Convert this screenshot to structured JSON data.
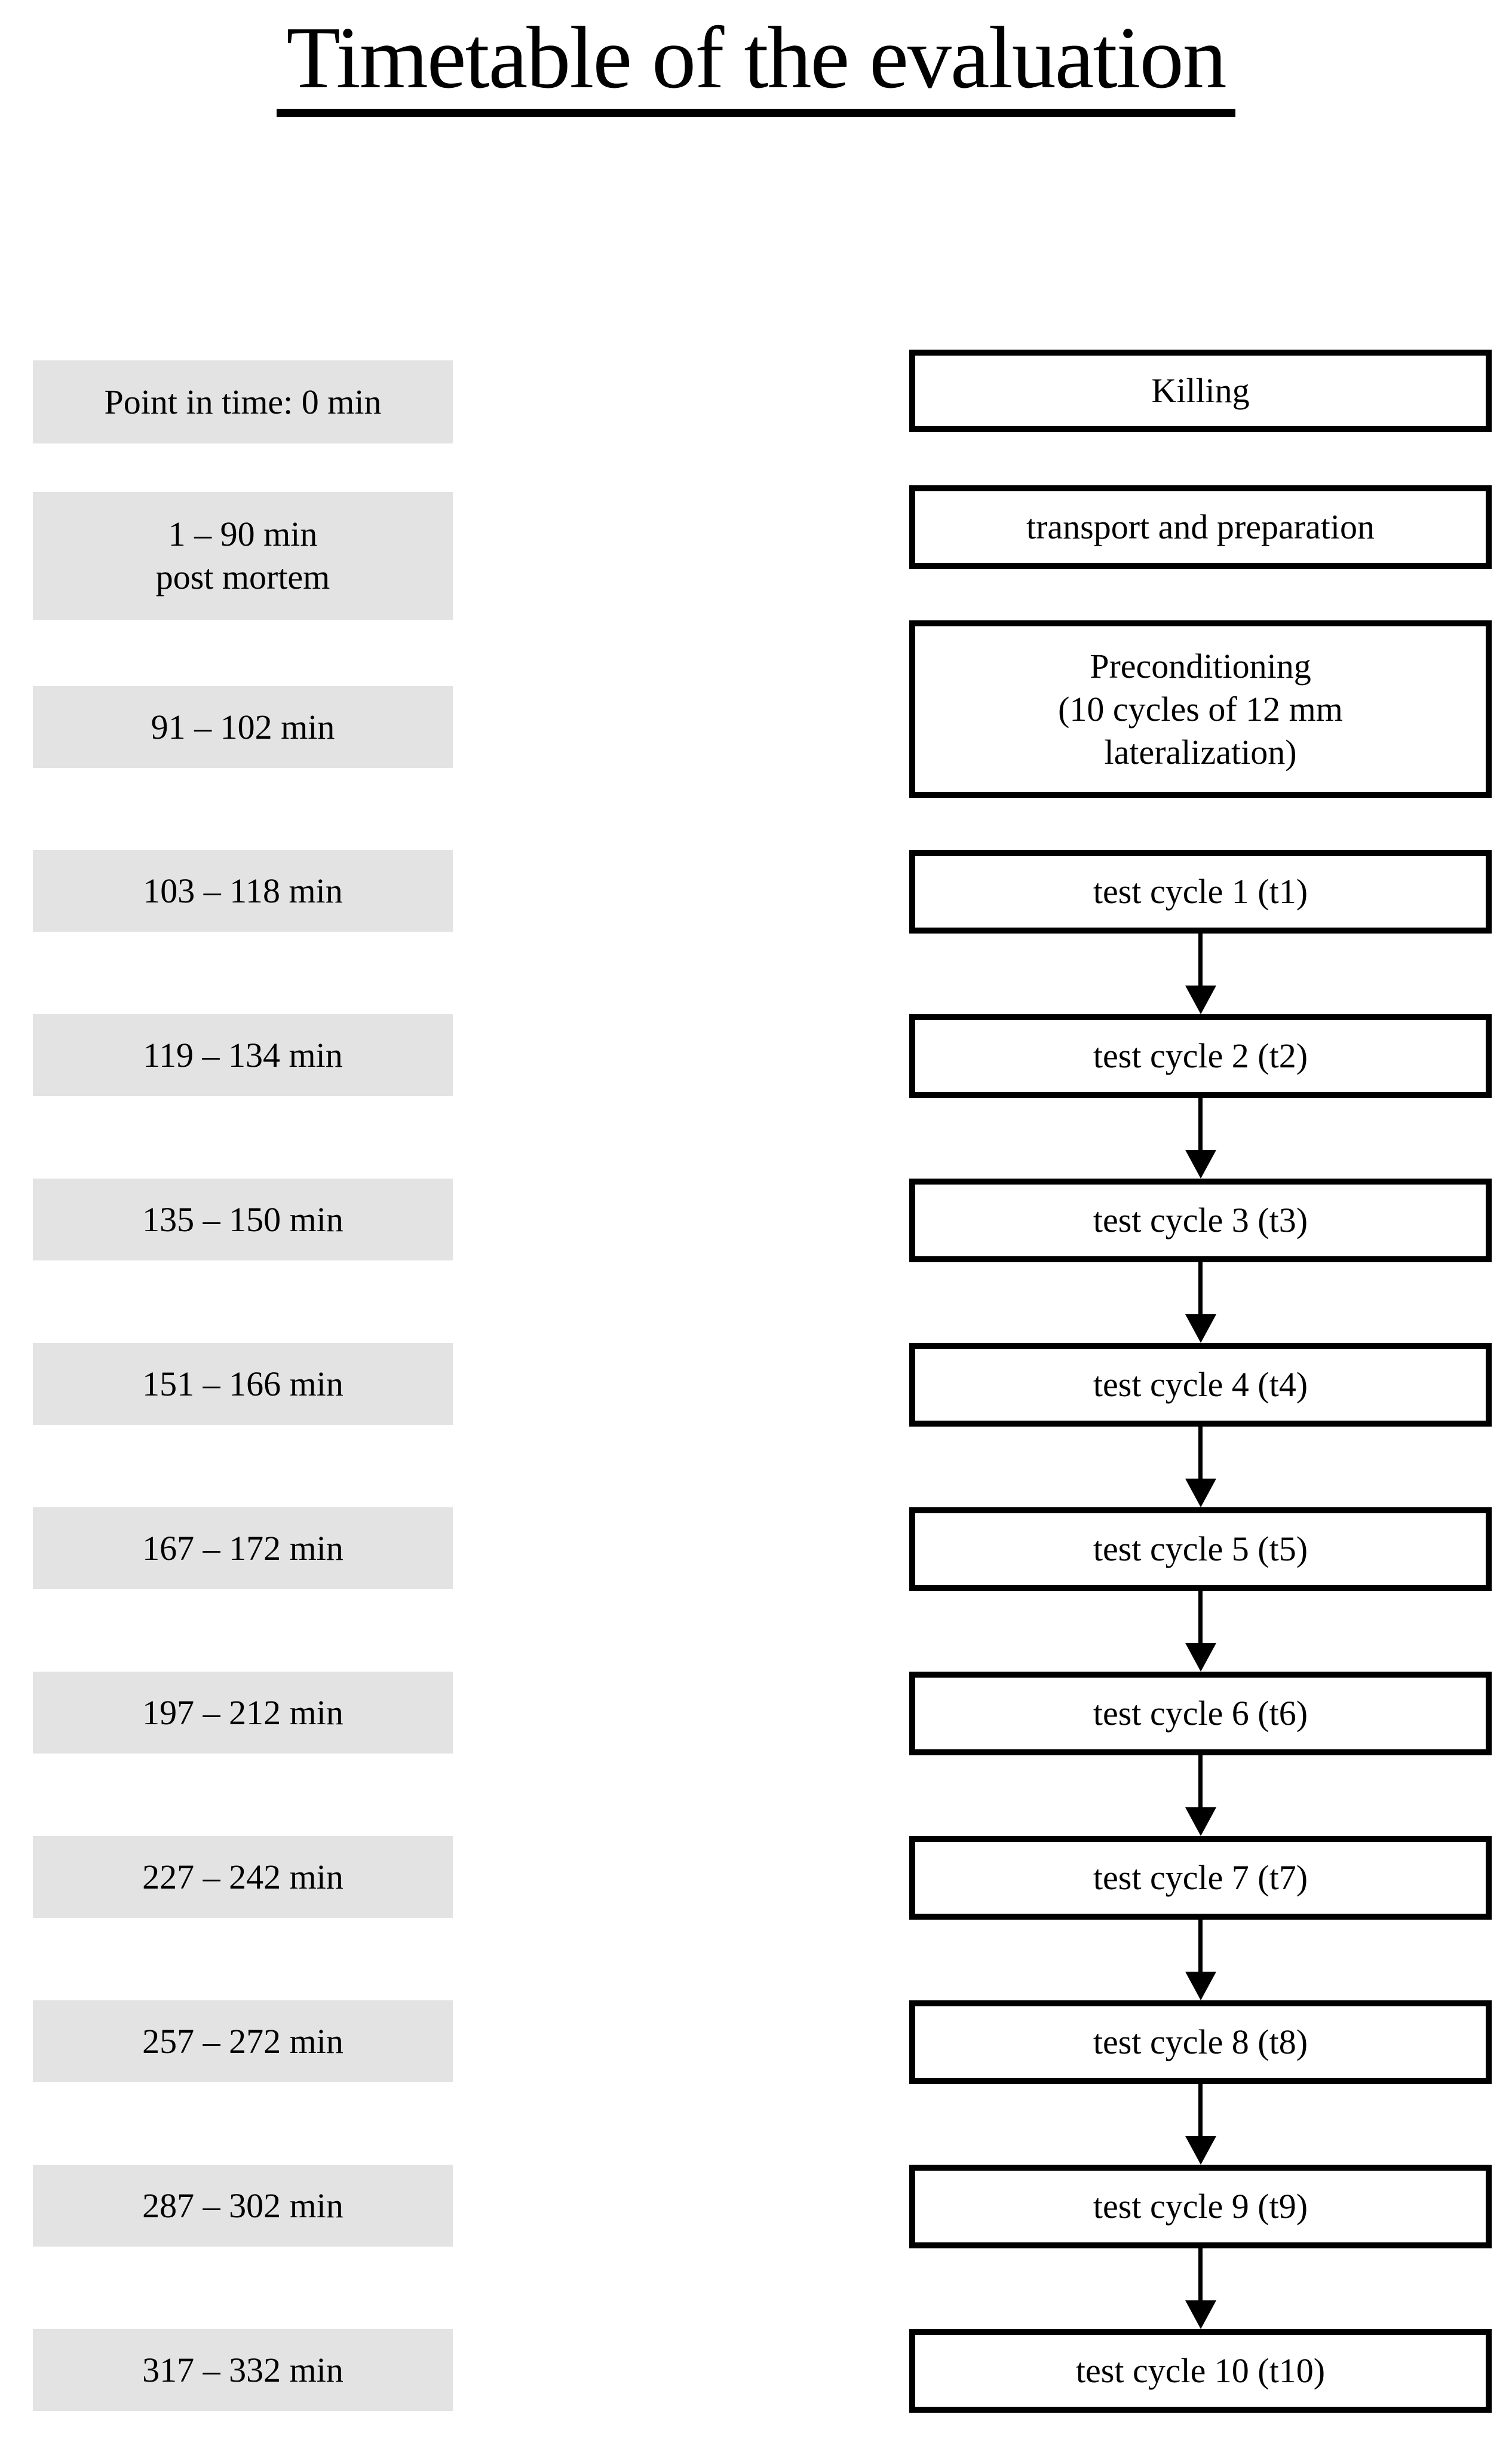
{
  "title": "Timetable of the evaluation",
  "colors": {
    "background": "#ffffff",
    "time_box_fill": "#e3e3e3",
    "step_box_border": "#000000",
    "text": "#000000"
  },
  "rows": [
    {
      "time_lines": [
        "Point in time: 0 min"
      ],
      "step_lines": [
        "Killing"
      ]
    },
    {
      "time_lines": [
        "1 – 90 min",
        "post mortem"
      ],
      "step_lines": [
        "transport and preparation"
      ]
    },
    {
      "time_lines": [
        "91 – 102 min"
      ],
      "step_lines": [
        "Preconditioning",
        "(10 cycles of 12 mm",
        "lateralization)"
      ]
    },
    {
      "time_lines": [
        "103 – 118 min"
      ],
      "step_lines": [
        "test cycle 1 (t1)"
      ]
    },
    {
      "time_lines": [
        "119 – 134 min"
      ],
      "step_lines": [
        "test cycle 2 (t2)"
      ]
    },
    {
      "time_lines": [
        "135 – 150 min"
      ],
      "step_lines": [
        "test cycle 3 (t3)"
      ]
    },
    {
      "time_lines": [
        "151 – 166 min"
      ],
      "step_lines": [
        "test cycle 4 (t4)"
      ]
    },
    {
      "time_lines": [
        "167 – 172 min"
      ],
      "step_lines": [
        "test cycle 5 (t5)"
      ]
    },
    {
      "time_lines": [
        "197 – 212 min"
      ],
      "step_lines": [
        "test cycle 6 (t6)"
      ]
    },
    {
      "time_lines": [
        "227 – 242 min"
      ],
      "step_lines": [
        "test cycle 7 (t7)"
      ]
    },
    {
      "time_lines": [
        "257 – 272 min"
      ],
      "step_lines": [
        "test cycle 8 (t8)"
      ]
    },
    {
      "time_lines": [
        "287 – 302 min"
      ],
      "step_lines": [
        "test cycle 9 (t9)"
      ]
    },
    {
      "time_lines": [
        "317 – 332 min"
      ],
      "step_lines": [
        "test cycle 10 (t10)"
      ]
    }
  ]
}
